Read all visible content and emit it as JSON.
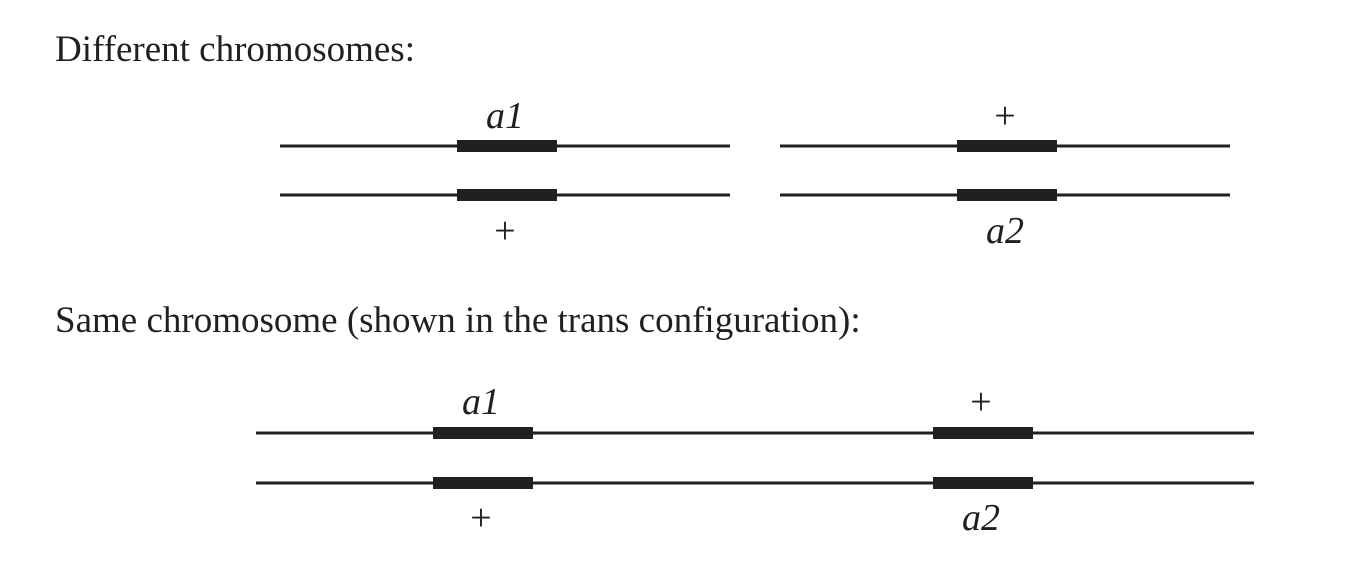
{
  "sections": {
    "different": {
      "heading": "Different chromosomes:"
    },
    "same": {
      "heading": "Same chromosome (shown in the trans configuration):"
    }
  },
  "alleles": {
    "mutant_1": "a1",
    "mutant_2": "a2",
    "wild_type": "+"
  },
  "colors": {
    "ink": "#231f20",
    "background": "#ffffff"
  }
}
